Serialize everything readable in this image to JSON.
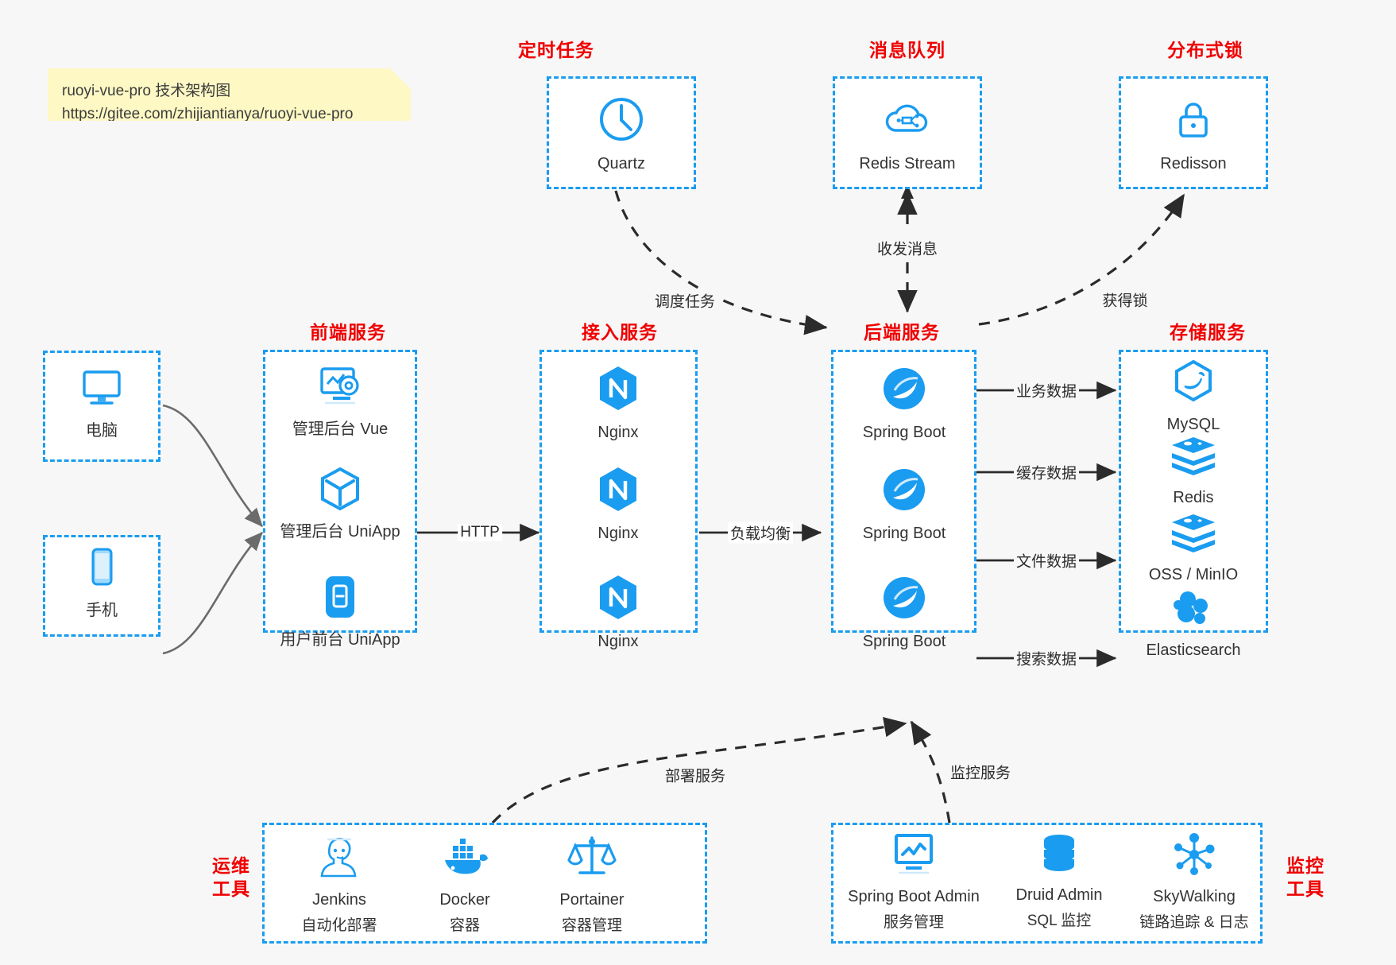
{
  "note": {
    "line1": "ruoyi-vue-pro 技术架构图",
    "line2": "https://gitee.com/zhijiantianya/ruoyi-vue-pro"
  },
  "colors": {
    "accent": "#1a9cf0",
    "title_red": "#f00000",
    "text": "#333333",
    "background": "#f7f7f7",
    "note_bg": "#fdf8c4"
  },
  "groups": {
    "scheduled_task": {
      "title": "定时任务"
    },
    "message_queue": {
      "title": "消息队列"
    },
    "distributed_lock": {
      "title": "分布式锁"
    },
    "frontend": {
      "title": "前端服务"
    },
    "gateway": {
      "title": "接入服务"
    },
    "backend": {
      "title": "后端服务"
    },
    "storage": {
      "title": "存储服务"
    },
    "devops": {
      "title": "运维\n工具",
      "line1": "运维",
      "line2": "工具"
    },
    "monitor": {
      "title": "监控\n工具",
      "line1": "监控",
      "line2": "工具"
    }
  },
  "clients": [
    {
      "label": "电脑",
      "icon": "desktop-computer-icon"
    },
    {
      "label": "手机",
      "icon": "mobile-phone-icon"
    }
  ],
  "scheduled_task_nodes": [
    {
      "label": "Quartz",
      "icon": "clock-icon"
    }
  ],
  "message_queue_nodes": [
    {
      "label": "Redis Stream",
      "icon": "cloud-stream-icon"
    }
  ],
  "distributed_lock_nodes": [
    {
      "label": "Redisson",
      "icon": "padlock-icon"
    }
  ],
  "frontend_nodes": [
    {
      "label": "管理后台 Vue",
      "icon": "monitor-gear-icon"
    },
    {
      "label": "管理后台 UniApp",
      "icon": "cube-icon"
    },
    {
      "label": "用户前台 UniApp",
      "icon": "mobile-app-icon"
    }
  ],
  "gateway_nodes": [
    {
      "label": "Nginx",
      "icon": "nginx-icon"
    },
    {
      "label": "Nginx",
      "icon": "nginx-icon"
    },
    {
      "label": "Nginx",
      "icon": "nginx-icon"
    }
  ],
  "backend_nodes": [
    {
      "label": "Spring Boot",
      "icon": "spring-boot-icon"
    },
    {
      "label": "Spring Boot",
      "icon": "spring-boot-icon"
    },
    {
      "label": "Spring Boot",
      "icon": "spring-boot-icon"
    }
  ],
  "storage_nodes": [
    {
      "label": "MySQL",
      "icon": "mysql-dolphin-icon"
    },
    {
      "label": "Redis",
      "icon": "redis-stack-icon"
    },
    {
      "label": "OSS / MinIO",
      "icon": "redis-stack-icon"
    },
    {
      "label": "Elasticsearch",
      "icon": "elasticsearch-icon"
    }
  ],
  "devops_nodes": [
    {
      "name": "Jenkins",
      "desc": "自动化部署",
      "icon": "jenkins-butler-icon"
    },
    {
      "name": "Docker",
      "desc": "容器",
      "icon": "docker-whale-icon"
    },
    {
      "name": "Portainer",
      "desc": "容器管理",
      "icon": "scales-balance-icon"
    }
  ],
  "monitor_nodes": [
    {
      "name": "Spring Boot Admin",
      "desc": "服务管理",
      "icon": "monitor-chart-icon"
    },
    {
      "name": "Druid Admin",
      "desc": "SQL 监控",
      "icon": "database-stack-icon"
    },
    {
      "name": "SkyWalking",
      "desc": "链路追踪 & 日志",
      "icon": "network-nodes-icon"
    }
  ],
  "edges": [
    {
      "id": "http",
      "label": "HTTP"
    },
    {
      "id": "load-balance",
      "label": "负载均衡"
    },
    {
      "id": "schedule-task",
      "label": "调度任务"
    },
    {
      "id": "send-receive-message",
      "label": "收发消息"
    },
    {
      "id": "acquire-lock",
      "label": "获得锁"
    },
    {
      "id": "business-data",
      "label": "业务数据"
    },
    {
      "id": "cache-data",
      "label": "缓存数据"
    },
    {
      "id": "file-data",
      "label": "文件数据"
    },
    {
      "id": "search-data",
      "label": "搜索数据"
    },
    {
      "id": "deploy-service",
      "label": "部署服务"
    },
    {
      "id": "monitor-service",
      "label": "监控服务"
    }
  ]
}
